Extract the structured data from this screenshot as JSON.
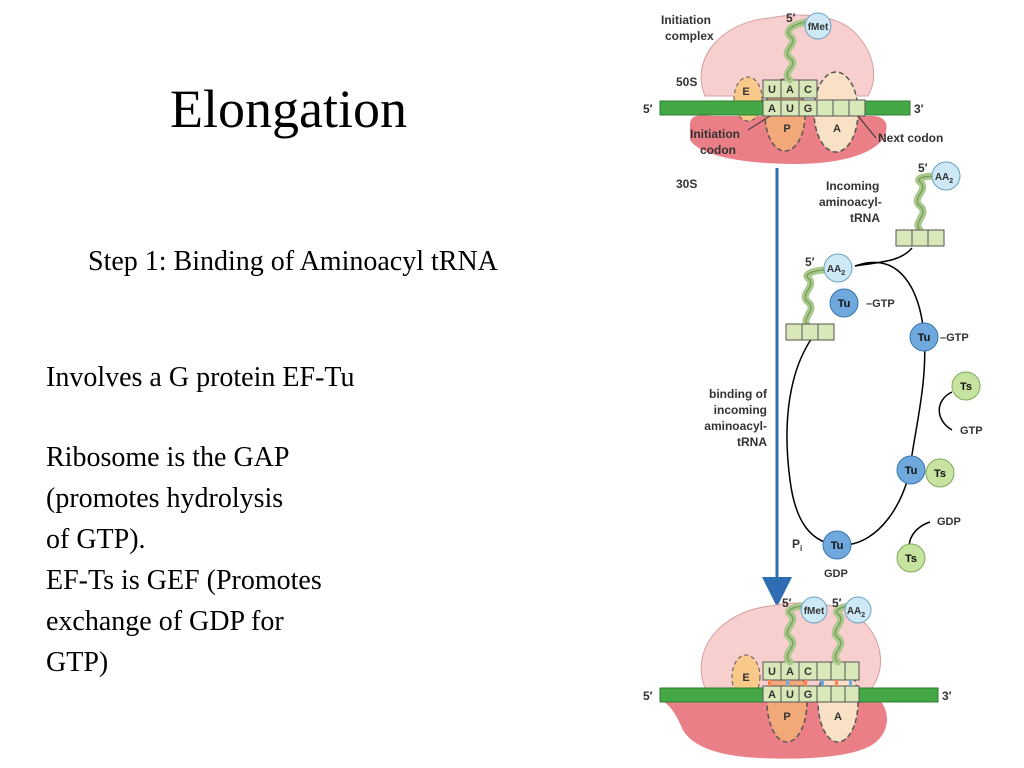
{
  "slide": {
    "title": "Elongation",
    "subtitle": "Step 1: Binding of Aminoacyl tRNA",
    "body_lines": [
      "Involves a G protein EF-Tu",
      "",
      "Ribosome is the GAP",
      "(promotes hydrolysis",
      "of GTP).",
      "EF-Ts is GEF (Promotes",
      "exchange of GDP for",
      "GTP)"
    ]
  },
  "diagram": {
    "colors": {
      "large_subunit": "#f8cfcf",
      "small_subunit": "#ea7f88",
      "mrna": "#43a845",
      "trna": "#a9c98b",
      "codon_box": "#d9e8b8",
      "site_e": "#f9c98a",
      "site_p": "#f3a87a",
      "site_a": "#f8e1c4",
      "ef_tu": "#6fa8dc",
      "ef_ts": "#c6e3a0",
      "arrow": "#2e6db4"
    },
    "top_complex": {
      "label_line1": "Initiation",
      "label_line2": "complex",
      "large_subunit_label": "50S",
      "small_subunit_label": "30S",
      "five_prime": "5′",
      "three_prime": "3′",
      "trna_five_prime": "5′",
      "amino_acid": "fMet",
      "anticodon": [
        "U",
        "A",
        "C"
      ],
      "codon": [
        "A",
        "U",
        "G"
      ],
      "site_e": "E",
      "site_p": "P",
      "site_a": "A",
      "initiation_codon_line1": "Initiation",
      "initiation_codon_line2": "codon",
      "next_codon": "Next codon"
    },
    "incoming": {
      "label_line1": "Incoming",
      "label_line2": "aminoacyl-",
      "label_line3": "tRNA",
      "five_prime": "5′",
      "amino_acid_letters": "AA",
      "amino_acid_sub": "2"
    },
    "cycle": {
      "complex_five_prime": "5′",
      "complex_aa_letters": "AA",
      "complex_aa_sub": "2",
      "tu": "Tu",
      "ts": "Ts",
      "gtp": "GTP",
      "gdp": "GDP",
      "pi_letter": "P",
      "pi_sub": "i",
      "binding_line1": "binding of",
      "binding_line2": "incoming",
      "binding_line3": "aminoacyl-",
      "binding_line4": "tRNA"
    },
    "bottom_complex": {
      "five_prime": "5′",
      "three_prime": "3′",
      "p_trna_five_prime": "5′",
      "a_trna_five_prime": "5′",
      "p_amino_acid": "fMet",
      "a_amino_acid_letters": "AA",
      "a_amino_acid_sub": "2",
      "anticodon": [
        "U",
        "A",
        "C"
      ],
      "codon": [
        "A",
        "U",
        "G"
      ],
      "site_e": "E",
      "site_p": "P",
      "site_a": "A"
    }
  }
}
